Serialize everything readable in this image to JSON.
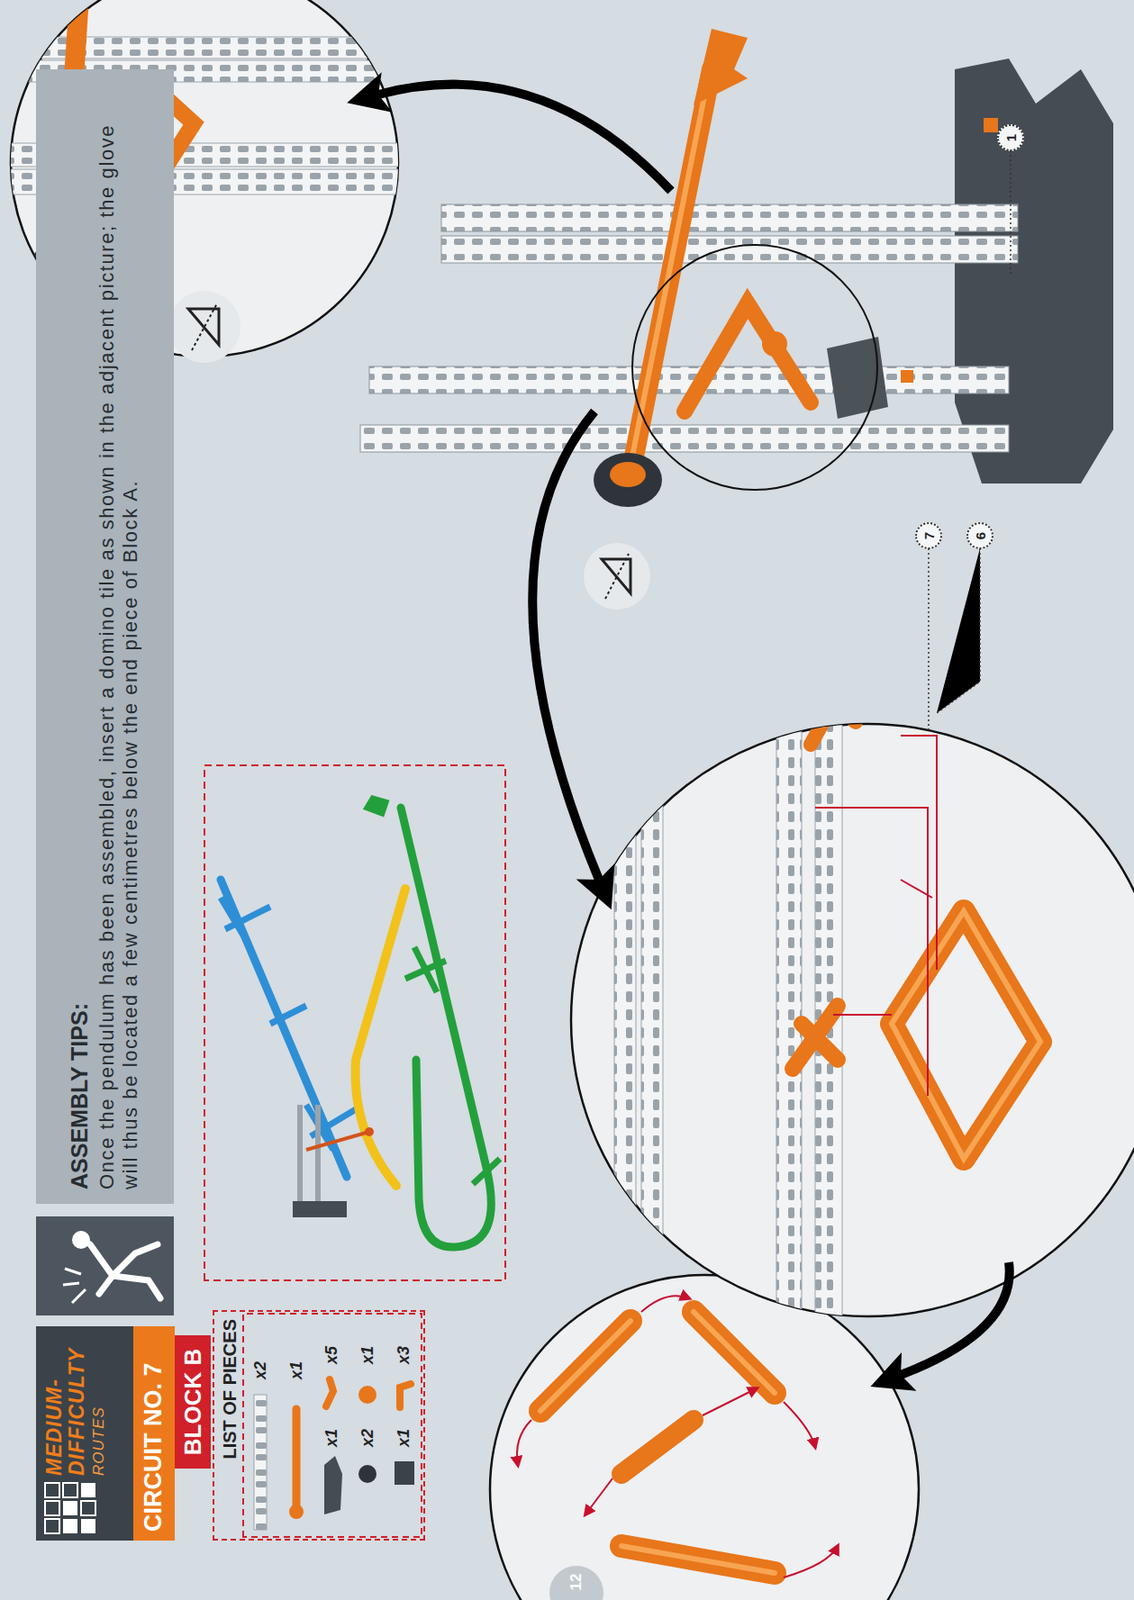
{
  "diagram": {
    "nodes": [
      {
        "text": [
          "MEDIUM-DIFFICULTY",
          "ROUTES"
        ]
      },
      {
        "text": [
          "CIRCUIT NO. 7"
        ]
      },
      {
        "text": [
          "BLOCK B"
        ]
      },
      {
        "text": [
          "LIST OF PIECES"
        ]
      },
      {
        "text": [
          "ASSEMBLY TIPS:",
          "Once the pendulum has been assembled, insert a domino tile as shown in the adjacent picture; the glove will thus be located a few centimetres below the end piece of Block A."
        ]
      },
      {
        "text": [
          "1"
        ]
      },
      {
        "text": [
          "7"
        ]
      },
      {
        "text": [
          "6"
        ]
      }
    ],
    "labels": [
      "x2",
      "x1",
      "x5",
      "x1",
      "x3",
      "x1",
      "x2",
      "x1",
      "12"
    ]
  }
}
